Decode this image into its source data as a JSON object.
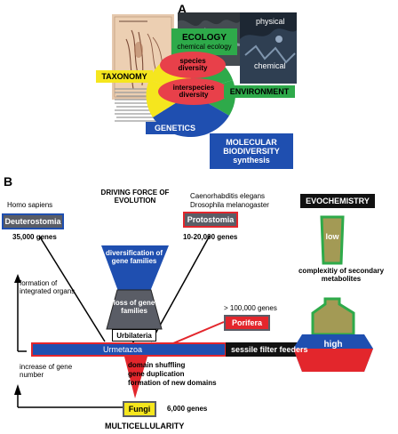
{
  "panel_a": {
    "label": "A",
    "ecology": "ECOLOGY",
    "chemical_ecology": "chemical ecology",
    "species_diversity": "species diversity",
    "interspecies_diversity": "interspecies diversity",
    "taxonomy": "TAXONOMY",
    "environment": "ENVIRONMENT",
    "genetics": "GENETICS",
    "physical": "physical",
    "chemical": "chemical",
    "molecular_biodiversity": "MOLECULAR BIODIVERSITY",
    "synthesis": "synthesis",
    "colors": {
      "ecology": "#2eaa4a",
      "environment": "#2eaa4a",
      "species": "#e8404a",
      "taxonomy": "#f5e61e",
      "genetics": "#1f4fb0",
      "molecular": "#1f4fb0"
    }
  },
  "panel_b": {
    "label": "B",
    "homo_sapiens": "Homo sapiens",
    "deuterostomia": "Deuterostomia",
    "deutero_genes": "35,000 genes",
    "driving_force": "DRIVING FORCE OF EVOLUTION",
    "caenorhabditis": "Caenorhabditis elegans",
    "drosophila": "Drosophila melanogaster",
    "protostomia": "Protostomia",
    "proto_genes": "10-20,000 genes",
    "evochemistry": "EVOCHEMISTRY",
    "diversification": "diversification of gene families",
    "low": "low",
    "complexity": "complexitiy of secondary metabolites",
    "formation_organs": "formation of integrated organs",
    "loss": "loss of gene families",
    "urbilateria": "Urbilateria",
    "porifera_genes": "> 100,000 genes",
    "porifera": "Porifera",
    "high": "high",
    "urmetazoa": "Urmetazoa",
    "sessile": "sessile filter feeders",
    "increase": "increase of gene number",
    "domain_shuffling": "domain shuffling",
    "gene_duplication": "gene duplication",
    "formation_domains": "formation of new domains",
    "fungi": "Fungi",
    "fungi_genes": "6,000 genes",
    "multicellularity": "MULTICELLULARITY",
    "colors": {
      "blue": "#1f4fb0",
      "red": "#e3262c",
      "gray": "#5a5d66",
      "yellow": "#f5e61e",
      "olive": "#a39a55",
      "green": "#2eaa4a",
      "black": "#111111"
    }
  }
}
